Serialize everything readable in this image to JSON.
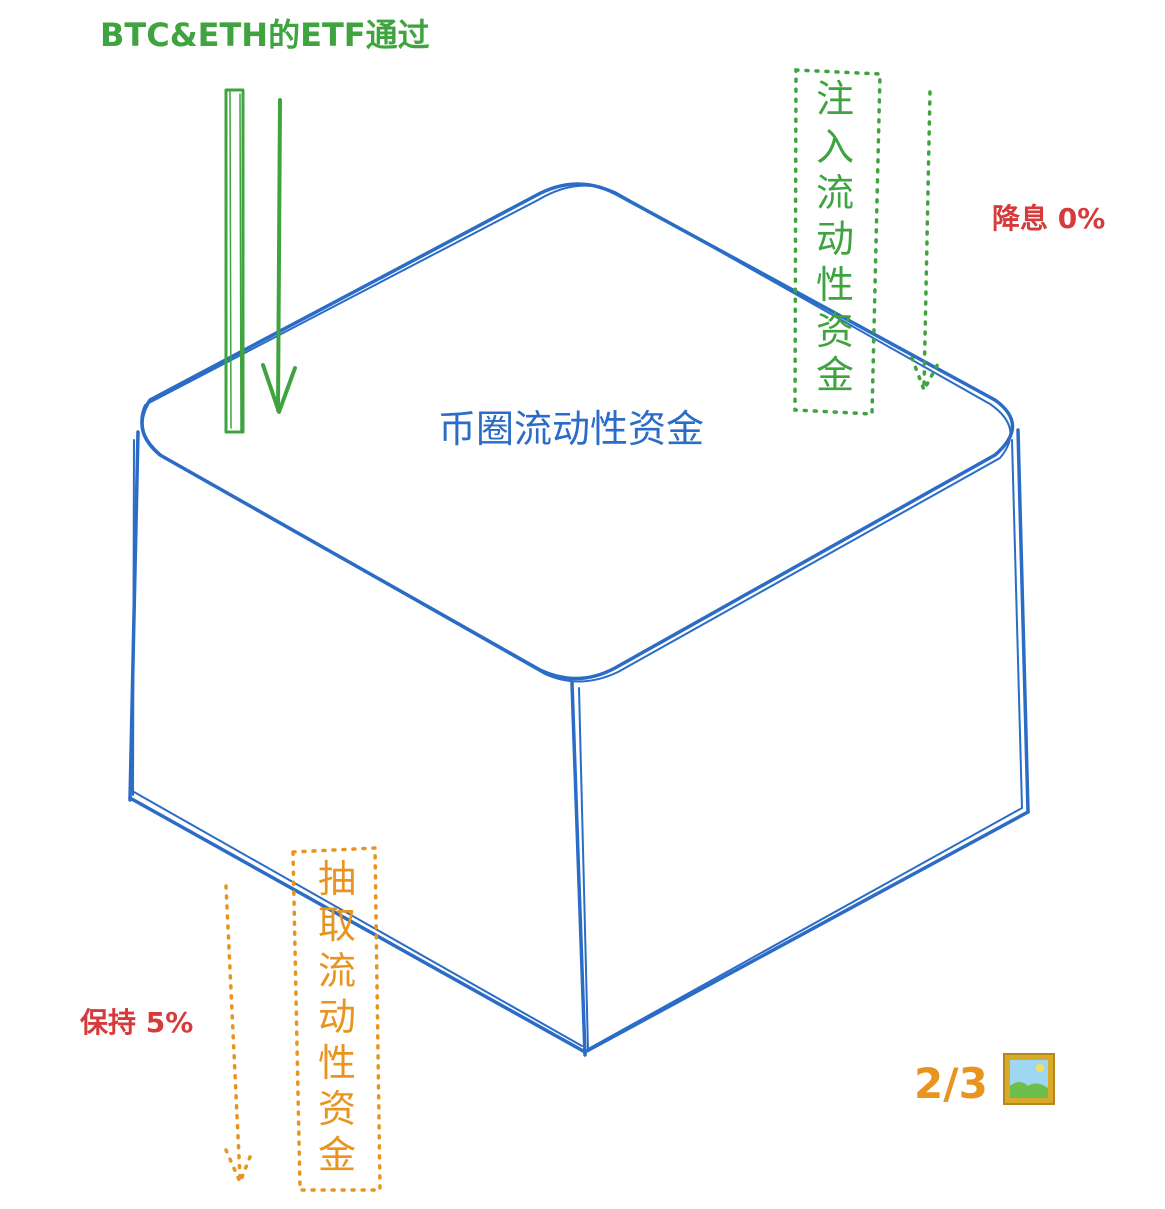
{
  "top_label": "BTC&ETH的ETF通过",
  "center_label": "币圈流动性资金",
  "inject_label": [
    "注",
    "入",
    "流",
    "动",
    "性",
    "资",
    "金"
  ],
  "extract_label": [
    "抽",
    "取",
    "流",
    "动",
    "性",
    "资",
    "金"
  ],
  "rate_cut_label": "降息 0%",
  "rate_hold_label": "保持 5%",
  "page_indicator": "2/3",
  "colors": {
    "green": "#3fa33f",
    "blue": "#2a6cc6",
    "red": "#d63a3a",
    "orange": "#e8941f"
  },
  "icons": {
    "picture": "picture-frame-icon"
  }
}
